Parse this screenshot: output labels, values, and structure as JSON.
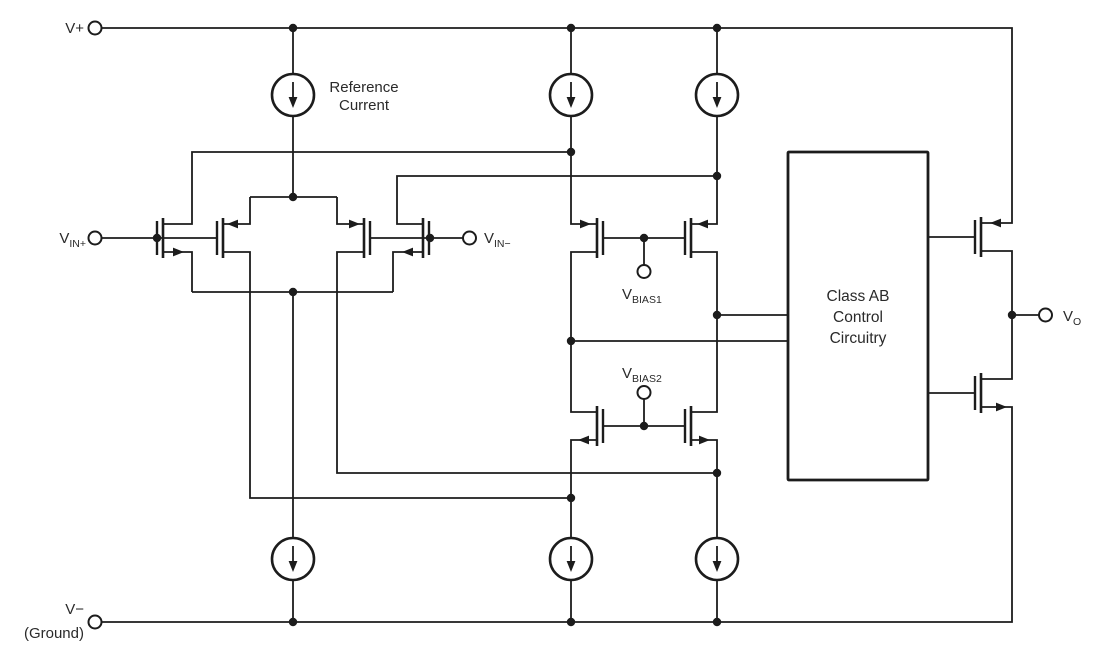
{
  "diagram": {
    "kind": "op-amp internal schematic with class AB output stage",
    "background": "#ffffff",
    "line_color": "#1c1c1c"
  },
  "terminals": {
    "v_plus": "V+",
    "v_minus": "V−",
    "v_minus_note": "(Ground)",
    "vin_plus": {
      "base": "V",
      "sub": "IN+"
    },
    "vin_minus": {
      "base": "V",
      "sub": "IN−"
    },
    "vbias1": {
      "base": "V",
      "sub": "BIAS1"
    },
    "vbias2": {
      "base": "V",
      "sub": "BIAS2"
    },
    "vout": {
      "base": "V",
      "sub": "O"
    }
  },
  "annotations": {
    "reference_current": [
      "Reference",
      "Current"
    ],
    "class_ab_box": [
      "Class AB",
      "Control",
      "Circuitry"
    ]
  }
}
